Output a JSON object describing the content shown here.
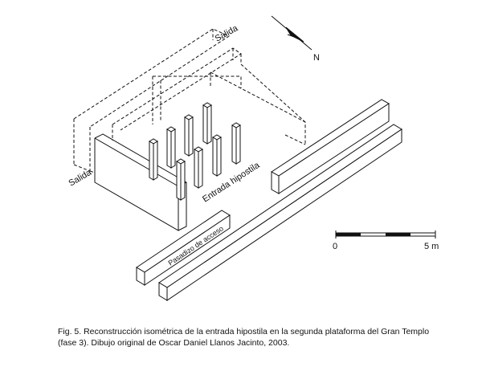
{
  "labels": {
    "salida_top": "Salida",
    "salida_left": "Salida",
    "entrada": "Entrada hipostila",
    "pasadizo": "Pasadizo de acceso",
    "north": "N"
  },
  "scale": {
    "start": "0",
    "end": "5 m"
  },
  "caption": {
    "line1": "Fig. 5. Reconstrucción isométrica de la entrada hipostila en la segunda plataforma del Gran Templo",
    "line2": "(fase 3). Dibujo original de Oscar Daniel Llanos Jacinto, 2003."
  },
  "colors": {
    "ink": "#111111",
    "paper": "#ffffff"
  }
}
